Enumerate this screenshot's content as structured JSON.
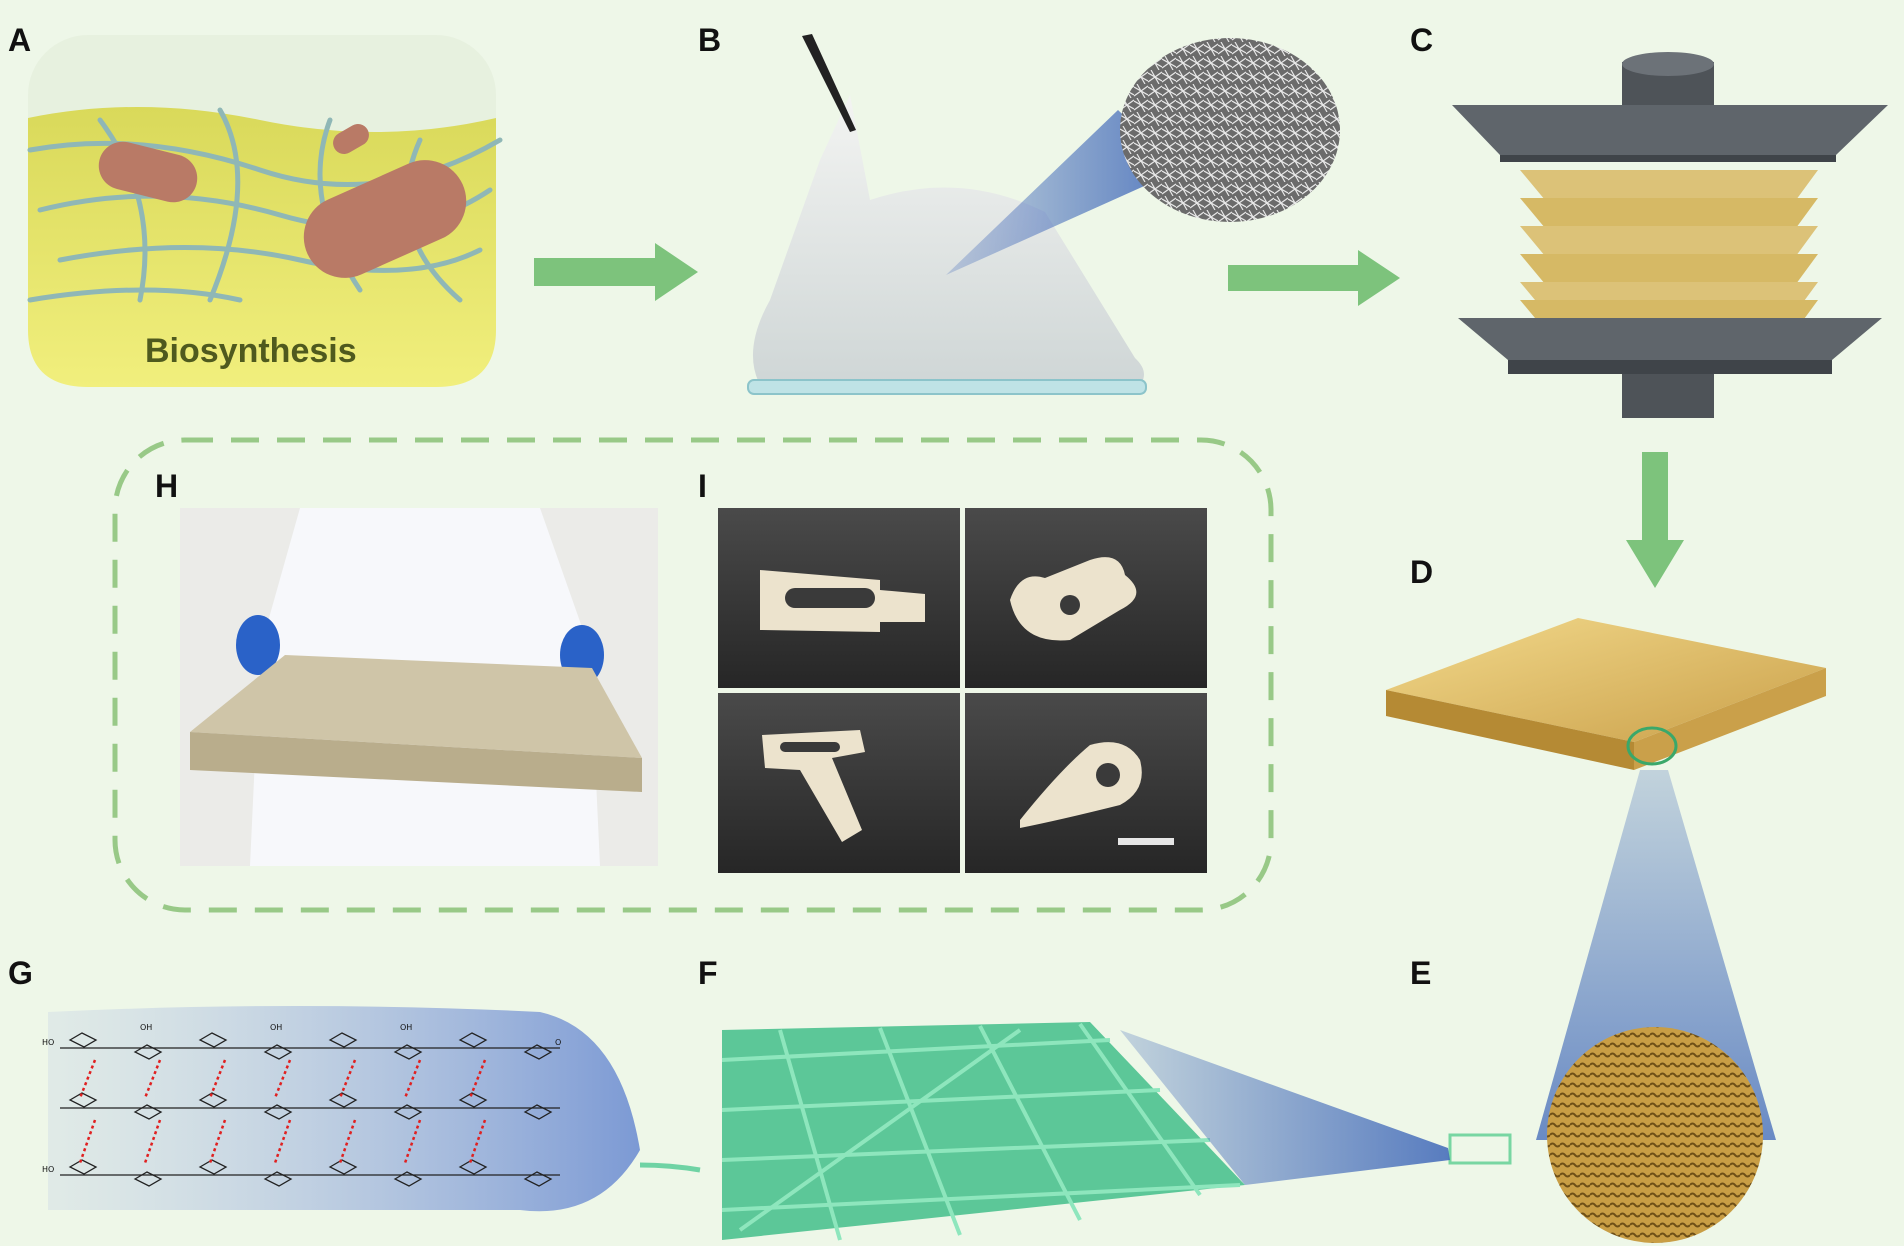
{
  "panels": {
    "a": {
      "label": "A",
      "caption": "Biosynthesis"
    },
    "b": {
      "label": "B"
    },
    "c": {
      "label": "C"
    },
    "d": {
      "label": "D"
    },
    "e": {
      "label": "E"
    },
    "f": {
      "label": "F"
    },
    "g": {
      "label": "G"
    },
    "h": {
      "label": "H"
    },
    "i": {
      "label": "I"
    }
  },
  "chem": {
    "hydroxyl": "OH",
    "ring_oxygen": "O",
    "hydroxyl_left": "HO"
  },
  "colors": {
    "background": "#eef7e8",
    "arrow": "#7dc37c",
    "dashed_frame": "#98c987",
    "gold": "#d6b25c",
    "fiber": "#6fd3a4",
    "zoom_blue": "#8fa7d6",
    "bacteria": "#b97a66",
    "hbond": "#e02020"
  }
}
